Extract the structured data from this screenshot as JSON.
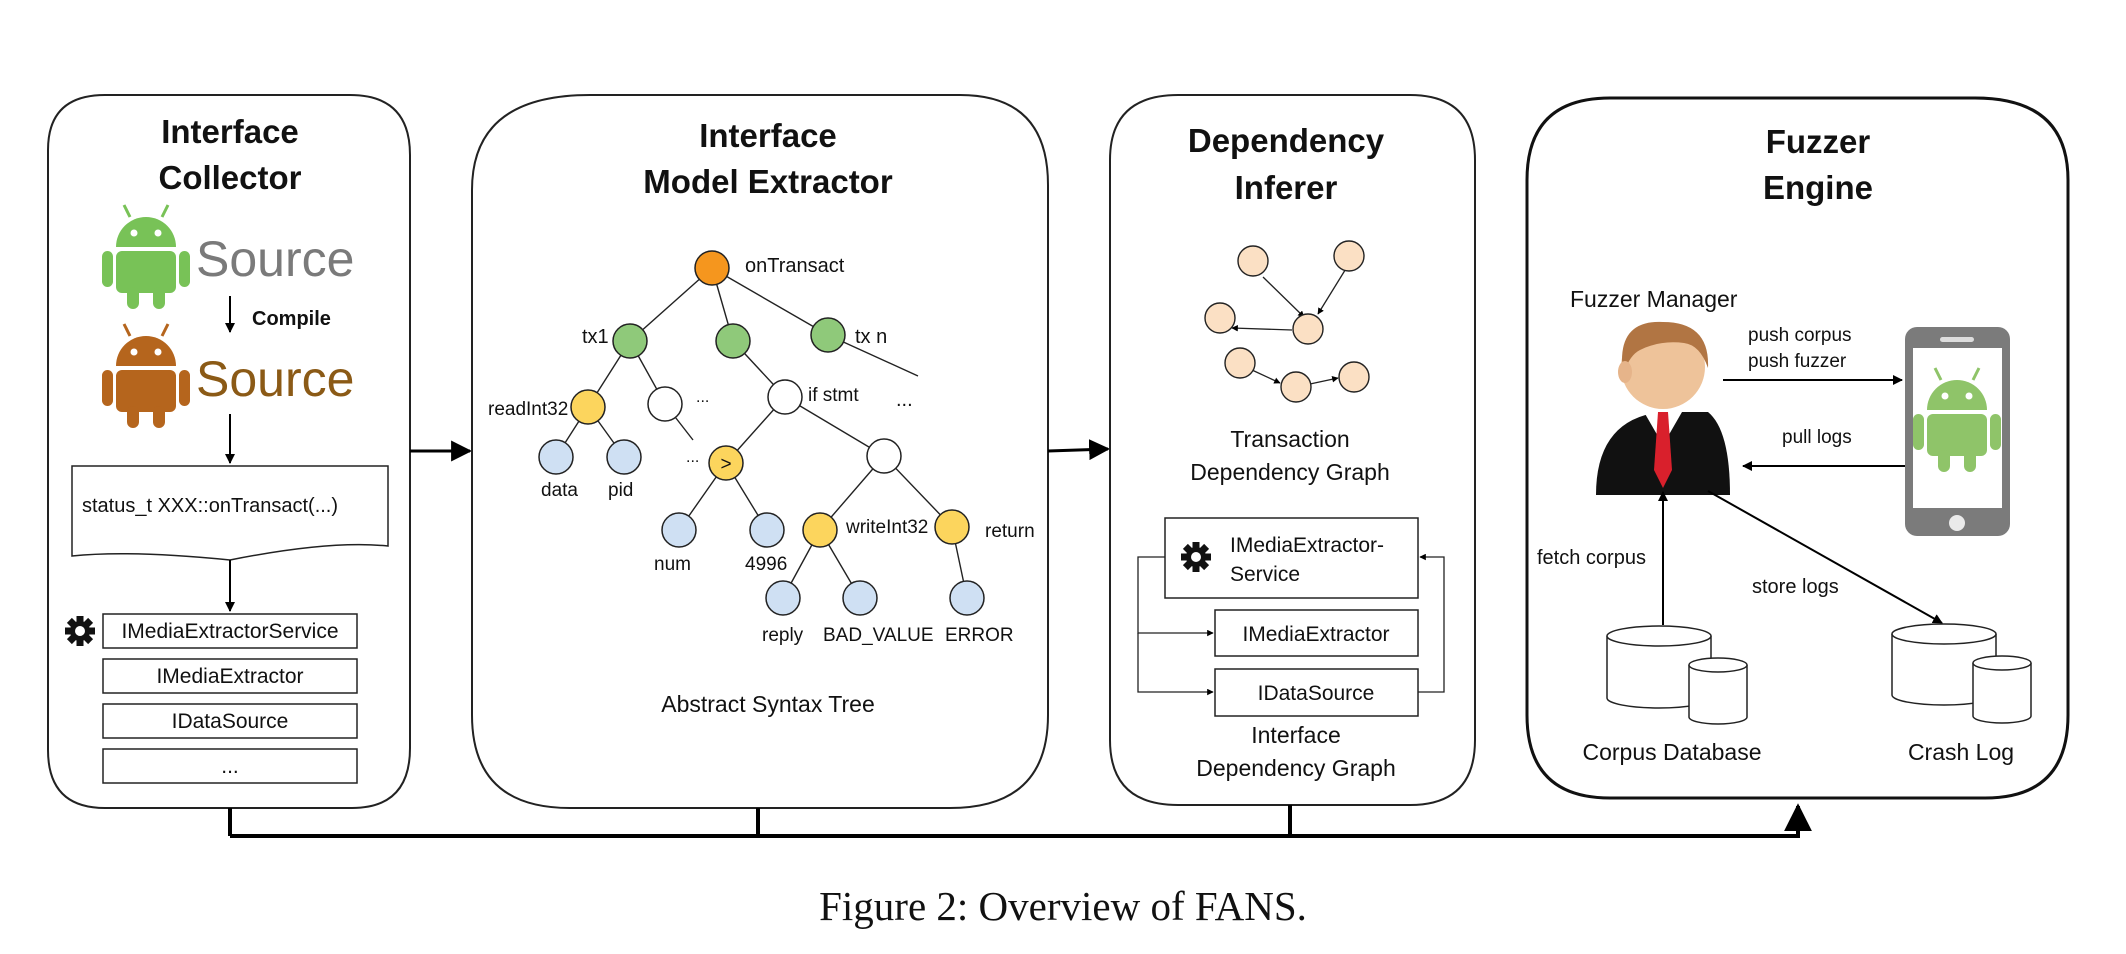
{
  "collector": {
    "title_line1": "Interface",
    "title_line2": "Collector",
    "source_label_1": "Source",
    "source_label_2": "Source",
    "compile_label": "Compile",
    "code_snippet": "status_t XXX::onTransact(...)",
    "interfaces": [
      "IMediaExtractorService",
      "IMediaExtractor",
      "IDataSource",
      "..."
    ]
  },
  "extractor": {
    "title_line1": "Interface",
    "title_line2": "Model Extractor",
    "ast_labels": {
      "root": "onTransact",
      "tx1": "tx1",
      "txn": "tx n",
      "dots_mid": "...",
      "dots_right": "...",
      "if_stmt": "if stmt",
      "read_int": "readInt32",
      "data": "data",
      "pid": "pid",
      "dots_low": "...",
      "gt": ">",
      "num": "num",
      "const": "4996",
      "write_int": "writeInt32",
      "return": "return",
      "reply": "reply",
      "bad_value": "BAD_VALUE",
      "error": "ERROR"
    },
    "caption": "Abstract Syntax Tree"
  },
  "inferer": {
    "title_line1": "Dependency",
    "title_line2": "Inferer",
    "tdg_caption_line1": "Transaction",
    "tdg_caption_line2": "Dependency Graph",
    "idg_box1_line1": "IMediaExtractor-",
    "idg_box1_line2": "Service",
    "idg_box2": "IMediaExtractor",
    "idg_box3": "IDataSource",
    "idg_caption_line1": "Interface",
    "idg_caption_line2": "Dependency Graph"
  },
  "fuzzer": {
    "title_line1": "Fuzzer",
    "title_line2": "Engine",
    "manager": "Fuzzer Manager",
    "push_corpus": "push corpus",
    "push_fuzzer": "push fuzzer",
    "pull_logs": "pull logs",
    "fetch_corpus": "fetch corpus",
    "store_logs": "store logs",
    "corpus_db": "Corpus Database",
    "crash_log": "Crash Log"
  },
  "caption": "Figure 2: Overview of FANS.",
  "colors": {
    "android_green": "#78c257",
    "android_brown": "#b5651d",
    "source_gray": "#7a7a7a",
    "source_brown": "#8b5a16",
    "node_orange": "#f5961e",
    "node_green": "#8fc97a",
    "node_yellow": "#fcd55d",
    "node_blue": "#cfe0f3",
    "node_peach": "#fbe0c4"
  }
}
